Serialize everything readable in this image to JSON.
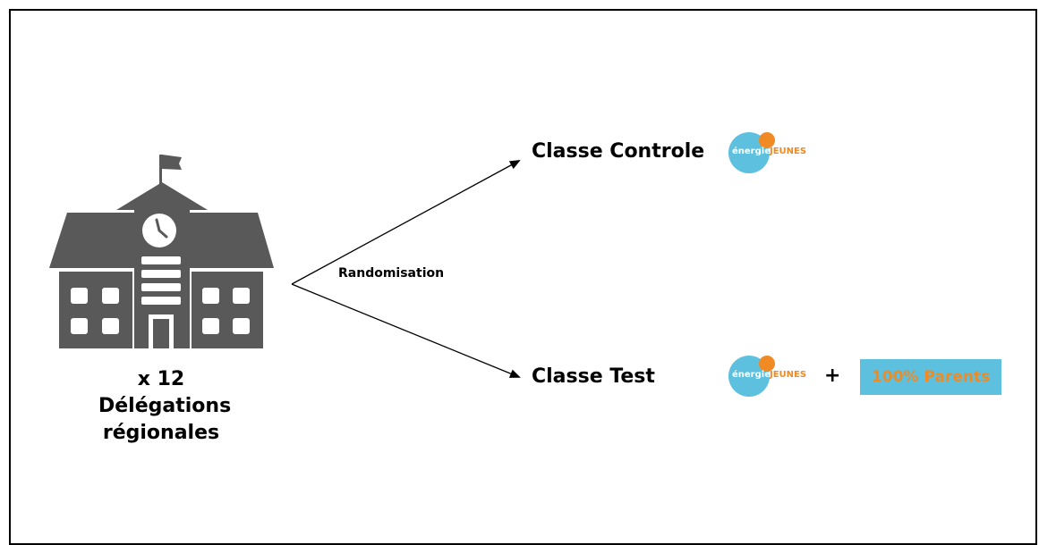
{
  "school": {
    "count_label": "x 12",
    "line1": "Délégations",
    "line2": "régionales"
  },
  "randomisation_label": "Randomisation",
  "branches": {
    "control": {
      "label": "Classe Controle"
    },
    "test": {
      "label": "Classe Test",
      "plus": "+",
      "parents_label": "100% Parents"
    }
  },
  "logo": {
    "word1": "énergie",
    "word2": "JEUNES"
  },
  "colors": {
    "logo_blue": "#5cc0de",
    "logo_orange": "#f08a24",
    "building": "#595959"
  },
  "icons": [
    "school-building-icon",
    "clock-icon",
    "flag-icon"
  ]
}
